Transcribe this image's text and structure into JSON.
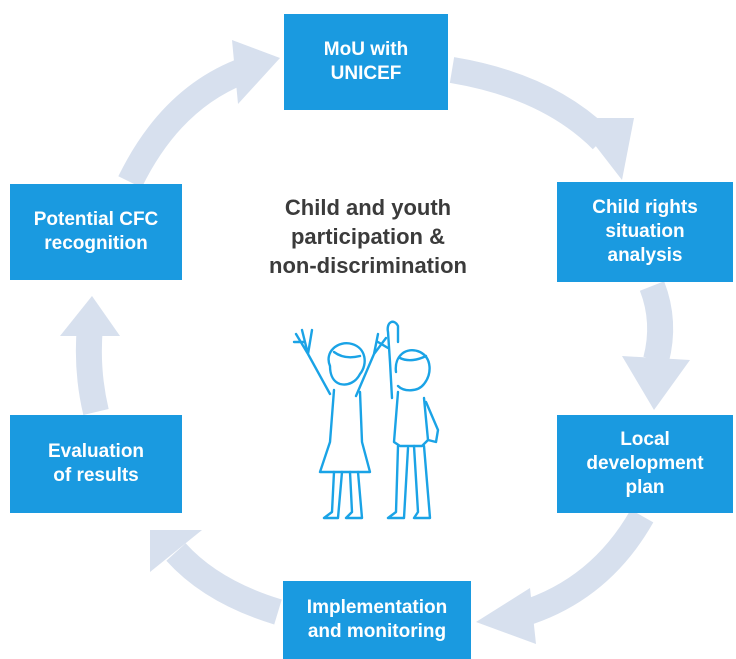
{
  "cycle": {
    "steps": [
      {
        "id": "mou",
        "lines": [
          "MoU with",
          "UNICEF"
        ]
      },
      {
        "id": "analysis",
        "lines": [
          "Child rights",
          "situation",
          "analysis"
        ]
      },
      {
        "id": "plan",
        "lines": [
          "Local",
          "development",
          "plan"
        ]
      },
      {
        "id": "impl",
        "lines": [
          "Implementation",
          "and monitoring"
        ]
      },
      {
        "id": "eval",
        "lines": [
          "Evaluation",
          "of results"
        ]
      },
      {
        "id": "cfc",
        "lines": [
          "Potential CFC",
          "recognition"
        ]
      }
    ],
    "center": {
      "lines": [
        "Child and youth",
        "participation &",
        "non-discrimination"
      ]
    }
  },
  "colors": {
    "box_fill": "#1a9ae0",
    "box_text": "#ffffff",
    "arrow": "#d7e0ee",
    "center_text": "#3b3b3b",
    "illustration_stroke": "#1aa3e6"
  },
  "icons": {
    "illustration": "two-children-raising-arms-icon"
  }
}
